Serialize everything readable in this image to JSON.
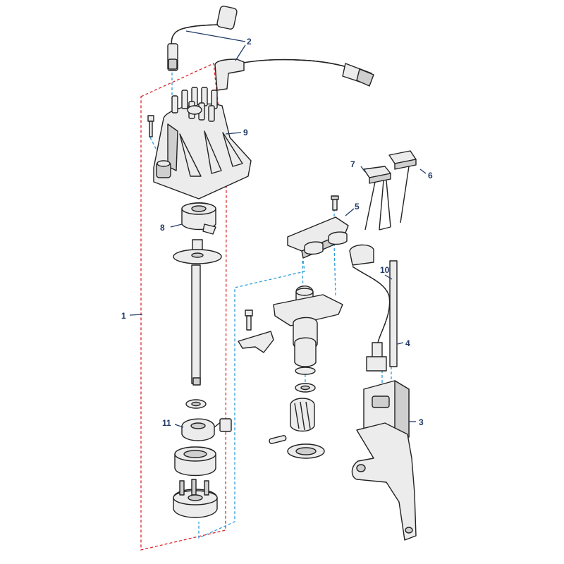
{
  "colors": {
    "assembly_outline": "#d9262b",
    "alignment_line": "#2b9bd8",
    "callout": "#1f3a66",
    "line": "#222222"
  },
  "callouts": {
    "c1": "1",
    "c2": "2",
    "c3": "3",
    "c4": "4",
    "c5": "5",
    "c6": "6",
    "c7": "7",
    "c8": "8",
    "c9": "9",
    "c10": "10",
    "c11": "11"
  }
}
